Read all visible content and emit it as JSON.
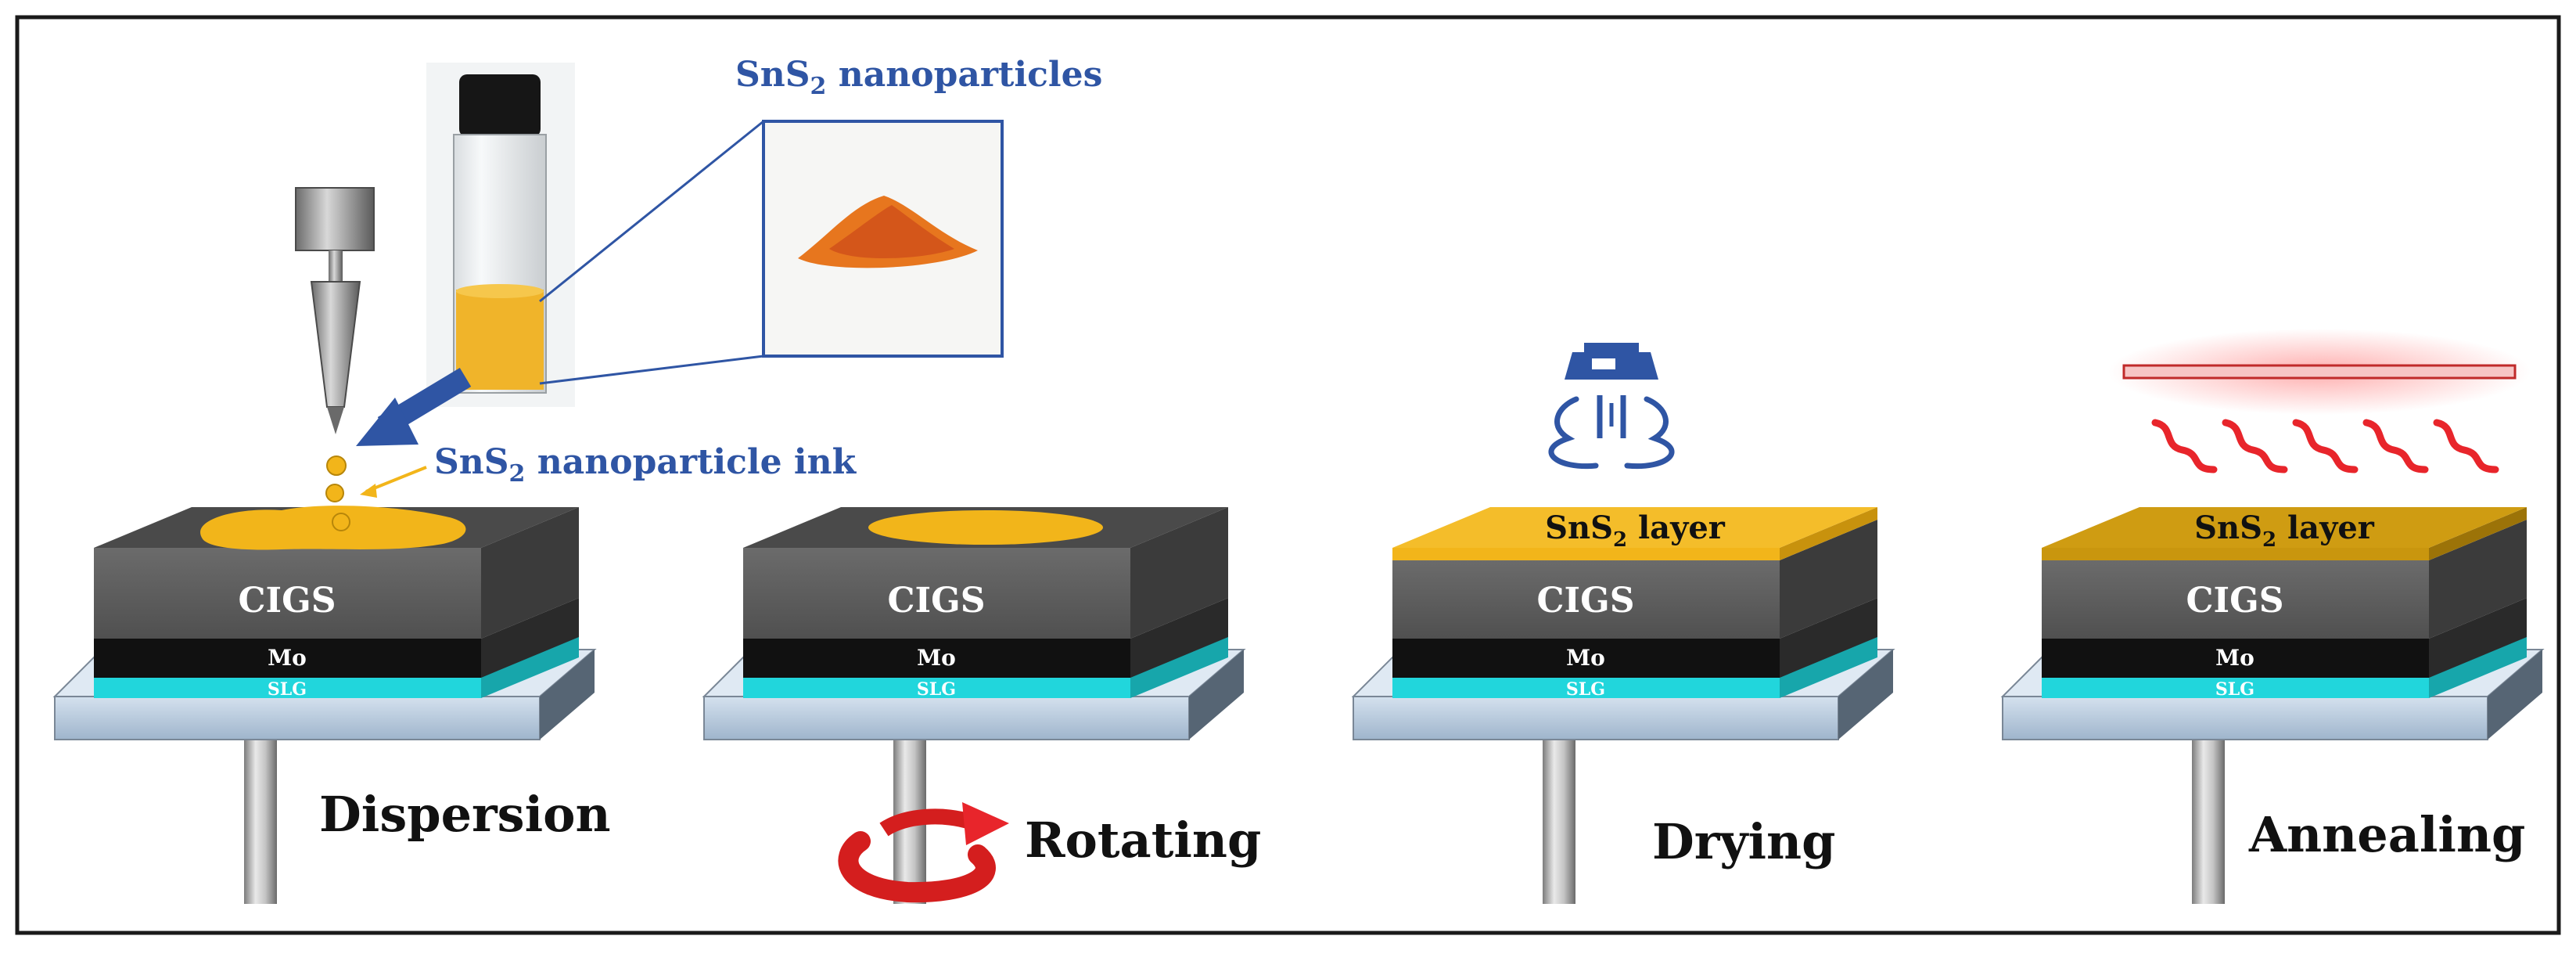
{
  "figure": {
    "steps": [
      {
        "label": "Dispersion",
        "film": "droplets"
      },
      {
        "label": "Rotating",
        "film": "spread"
      },
      {
        "label": "Drying",
        "film": "layer"
      },
      {
        "label": "Annealing",
        "film": "layer"
      }
    ],
    "layers": {
      "cigs": "CIGS",
      "mo": "Mo",
      "slg": "SLG",
      "sns2_layer_prefix": "SnS",
      "sns2_layer_sub": "2",
      "sns2_layer_suffix": " layer"
    },
    "callouts": {
      "nanoparticles_prefix": "SnS",
      "nanoparticles_sub": "2",
      "nanoparticles_suffix": " nanoparticles",
      "ink_prefix": "SnS",
      "ink_sub": "2",
      "ink_suffix": " nanoparticle ink"
    },
    "colors": {
      "ink": "#f2b51a",
      "layer_drying": "#f2b51a",
      "layer_annealed": "#c9960e",
      "cigs": "#5c5c5c",
      "mo": "#111111",
      "slg": "#21d6dc",
      "chuck": "#b9cbe0",
      "callout": "#2f55a4",
      "heat": "#e8252b"
    }
  }
}
